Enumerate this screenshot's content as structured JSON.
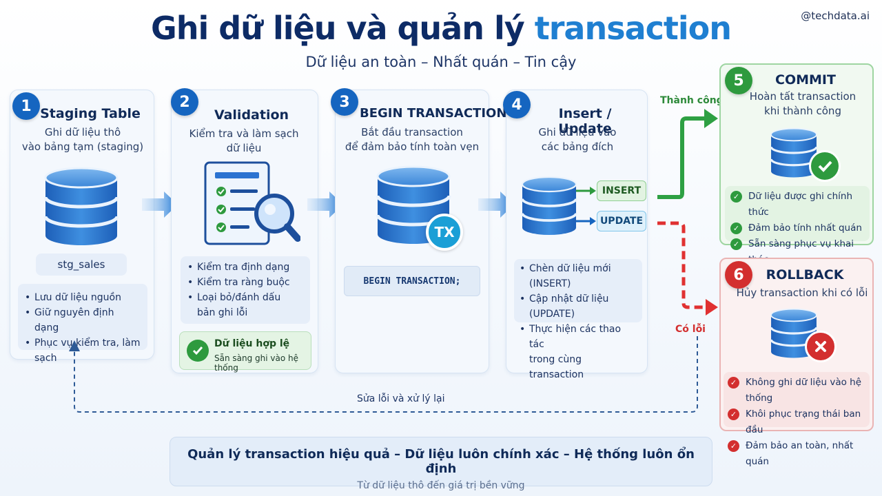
{
  "header": {
    "title_main": "Ghi dữ liệu và quản lý",
    "title_accent": "transaction",
    "subtitle": "Dữ liệu an toàn – Nhất quán – Tin cậy",
    "handle": "@techdata.ai"
  },
  "steps": [
    {
      "number": "1",
      "title": "Staging Table",
      "desc_line1": "Ghi dữ liệu thô",
      "desc_line2": "vào bảng tạm (staging)",
      "table_name": "stg_sales",
      "bullets": [
        "Lưu dữ liệu nguồn",
        "Giữ nguyên định dạng",
        "Phục vụ kiểm tra, làm sạch"
      ]
    },
    {
      "number": "2",
      "title": "Validation",
      "desc_line1": "Kiểm tra và làm sạch",
      "desc_line2": "dữ liệu",
      "bullets": [
        "Kiểm tra định dạng",
        "Kiểm tra ràng buộc",
        "Loại bỏ/đánh dấu",
        "bản ghi lỗi"
      ],
      "valid_title": "Dữ liệu hợp lệ",
      "valid_desc": "Sẵn sàng ghi vào hệ thống"
    },
    {
      "number": "3",
      "title": "BEGIN TRANSACTION",
      "desc_line1": "Bắt đầu transaction",
      "desc_line2": "để đảm bảo tính toàn vẹn",
      "badge": "TX",
      "code": "BEGIN TRANSACTION;"
    },
    {
      "number": "4",
      "title": "Insert / Update",
      "desc_line1": "Ghi dữ liệu vào",
      "desc_line2": "các bảng đích",
      "insert_label": "INSERT",
      "update_label": "UPDATE",
      "bullets": [
        "Chèn dữ liệu mới (INSERT)",
        "Cập nhật dữ liệu (UPDATE)",
        "Thực hiện các thao tác",
        "trong cùng transaction"
      ]
    },
    {
      "number": "5",
      "title": "COMMIT",
      "desc_line1": "Hoàn tất transaction",
      "desc_line2": "khi thành công",
      "checks": [
        "Dữ liệu được ghi chính thức",
        "Đảm bảo tính nhất quán",
        "Sẵn sàng phục vụ khai thác"
      ]
    },
    {
      "number": "6",
      "title": "ROLLBACK",
      "desc_line1": "Hủy transaction khi có lỗi",
      "checks": [
        "Không ghi dữ liệu vào hệ thống",
        "Khôi phục trạng thái ban đầu",
        "Đảm bảo an toàn, nhất quán"
      ]
    }
  ],
  "flow_labels": {
    "success": "Thành công",
    "error": "Có lỗi",
    "retry": "Sửa lỗi và xử lý lại"
  },
  "footer": {
    "line1": "Quản lý transaction hiệu quả – Dữ liệu luôn chính xác – Hệ thống luôn ổn định",
    "line2": "Từ dữ liệu thô đến giá trị bền vững"
  },
  "colors": {
    "primary": "#1565c0",
    "accent": "#1f7fd1",
    "success": "#2e9a3e",
    "error": "#d32f2f"
  }
}
